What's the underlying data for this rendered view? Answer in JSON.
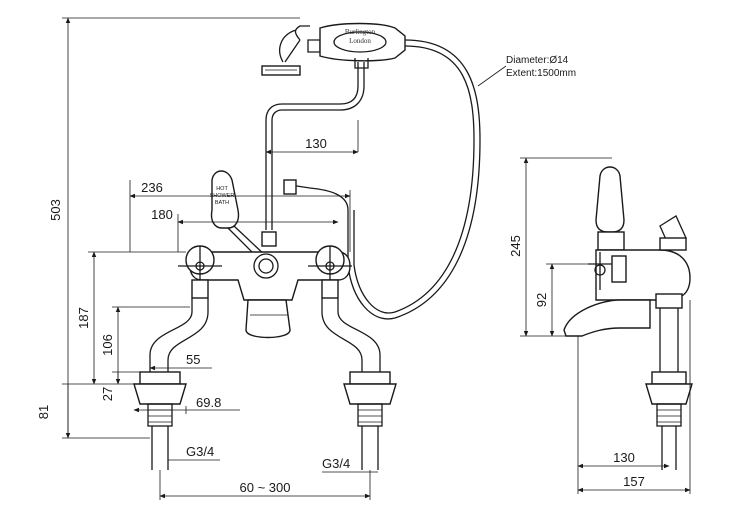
{
  "brand": {
    "name": "Burlington",
    "city": "London"
  },
  "handle_label": [
    "HOT",
    "SHOWER",
    "BATH"
  ],
  "hose_spec": {
    "diameter": "Diameter:Ø14",
    "extent": "Extent:1500mm"
  },
  "dimensions": {
    "total_height": "503",
    "base_height": "81",
    "spout_reach_spacing": "130",
    "outer_width": "236",
    "inner_width": "180",
    "leg_height": "187",
    "elbow_height": "106",
    "collar": "27",
    "leg_offset": "55",
    "flange": "69.8",
    "thread_left": "G3/4",
    "thread_right": "G3/4",
    "centres": "60 ~ 300",
    "side_height": "245",
    "side_handle_height": "92",
    "side_reach": "130",
    "side_depth": "157"
  }
}
